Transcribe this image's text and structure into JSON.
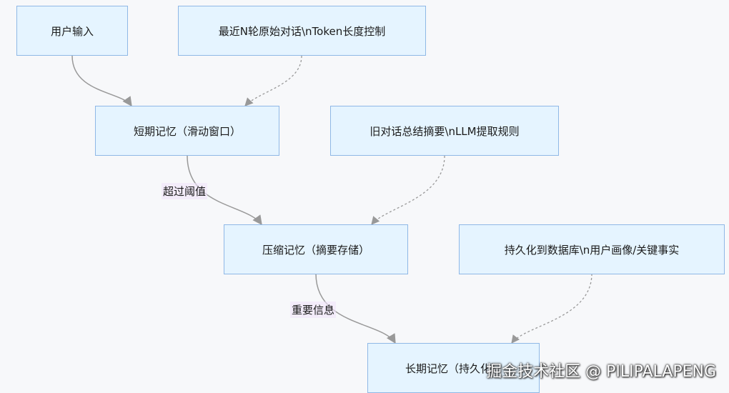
{
  "nodes": {
    "user_input": "用户输入",
    "recent_rounds": "最近N轮原始对话\\nToken长度控制",
    "short_term": "短期记忆（滑动窗口）",
    "summarize": "旧对话总结摘要\\nLLM提取规则",
    "compressed": "压缩记忆（摘要存储）",
    "persist": "持久化到数据库\\n用户画像/关键事实",
    "long_term": "长期记忆（持久化）"
  },
  "edges": {
    "threshold": "超过阈值",
    "important": "重要信息"
  },
  "watermark": "掘金技术社区 @ PILIPALAPENG"
}
